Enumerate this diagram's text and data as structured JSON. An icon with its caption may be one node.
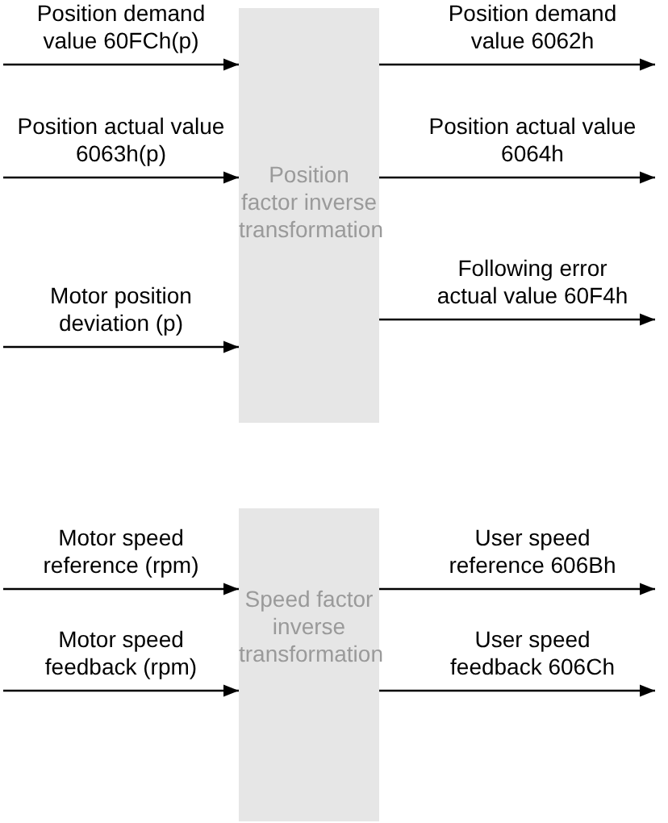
{
  "diagram": {
    "nodes": [
      {
        "text": [
          "Position factor inverse transformation"
        ]
      },
      {
        "text": [
          "Speed factor inverse transformation"
        ]
      }
    ],
    "edges": [
      {
        "from": null,
        "to": 0,
        "arrow": "to",
        "label": "Position demand value 60FCh(p)"
      },
      {
        "from": null,
        "to": 0,
        "arrow": "to",
        "label": "Position actual value 6063h(p)"
      },
      {
        "from": null,
        "to": 0,
        "arrow": "to",
        "label": "Motor position deviation (p)"
      },
      {
        "from": 0,
        "to": null,
        "arrow": "to",
        "label": "Position demand value 6062h"
      },
      {
        "from": 0,
        "to": null,
        "arrow": "to",
        "label": "Position actual value 6064h"
      },
      {
        "from": 0,
        "to": null,
        "arrow": "to",
        "label": "Following error actual value 60F4h"
      },
      {
        "from": null,
        "to": 1,
        "arrow": "to",
        "label": "Motor speed reference (rpm)"
      },
      {
        "from": null,
        "to": 1,
        "arrow": "to",
        "label": "Motor speed feedback (rpm)"
      },
      {
        "from": 1,
        "to": null,
        "arrow": "to",
        "label": "User speed reference 606Bh"
      },
      {
        "from": 1,
        "to": null,
        "arrow": "to",
        "label": "User speed feedback 606Ch"
      }
    ]
  }
}
